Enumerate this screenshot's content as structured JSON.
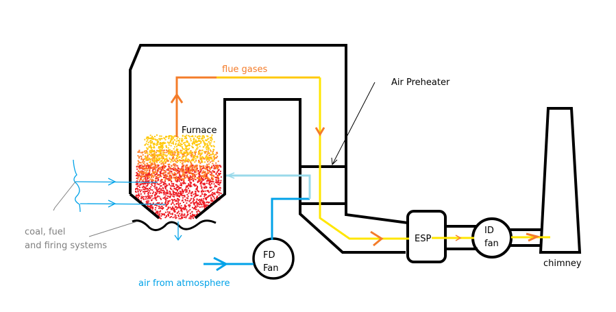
{
  "labels": {
    "flue_gases": "flue gases",
    "furnace": "Furnace",
    "air_preheater": "Air Preheater",
    "esp": "ESP",
    "id_fan_line1": "ID",
    "id_fan_line2": "fan",
    "fd_fan_line1": "FD",
    "fd_fan_line2": "Fan",
    "chimney": "chimney",
    "coal_line1": "coal, fuel",
    "coal_line2": "and firing systems",
    "air_from_atmosphere": "air from atmosphere"
  },
  "colors": {
    "structure": "#000000",
    "flue_gas_hot": "#f47c2a",
    "flue_gas": "#ffe600",
    "flue_gas_mid": "#ffc90e",
    "air": "#00a2e8",
    "hot_air": "#99d9ea",
    "fire_red": "#ed1c24",
    "fire_orange": "#ff7f27",
    "fire_yellow": "#ffc90e",
    "annotation_gray": "#7f7f7f"
  }
}
